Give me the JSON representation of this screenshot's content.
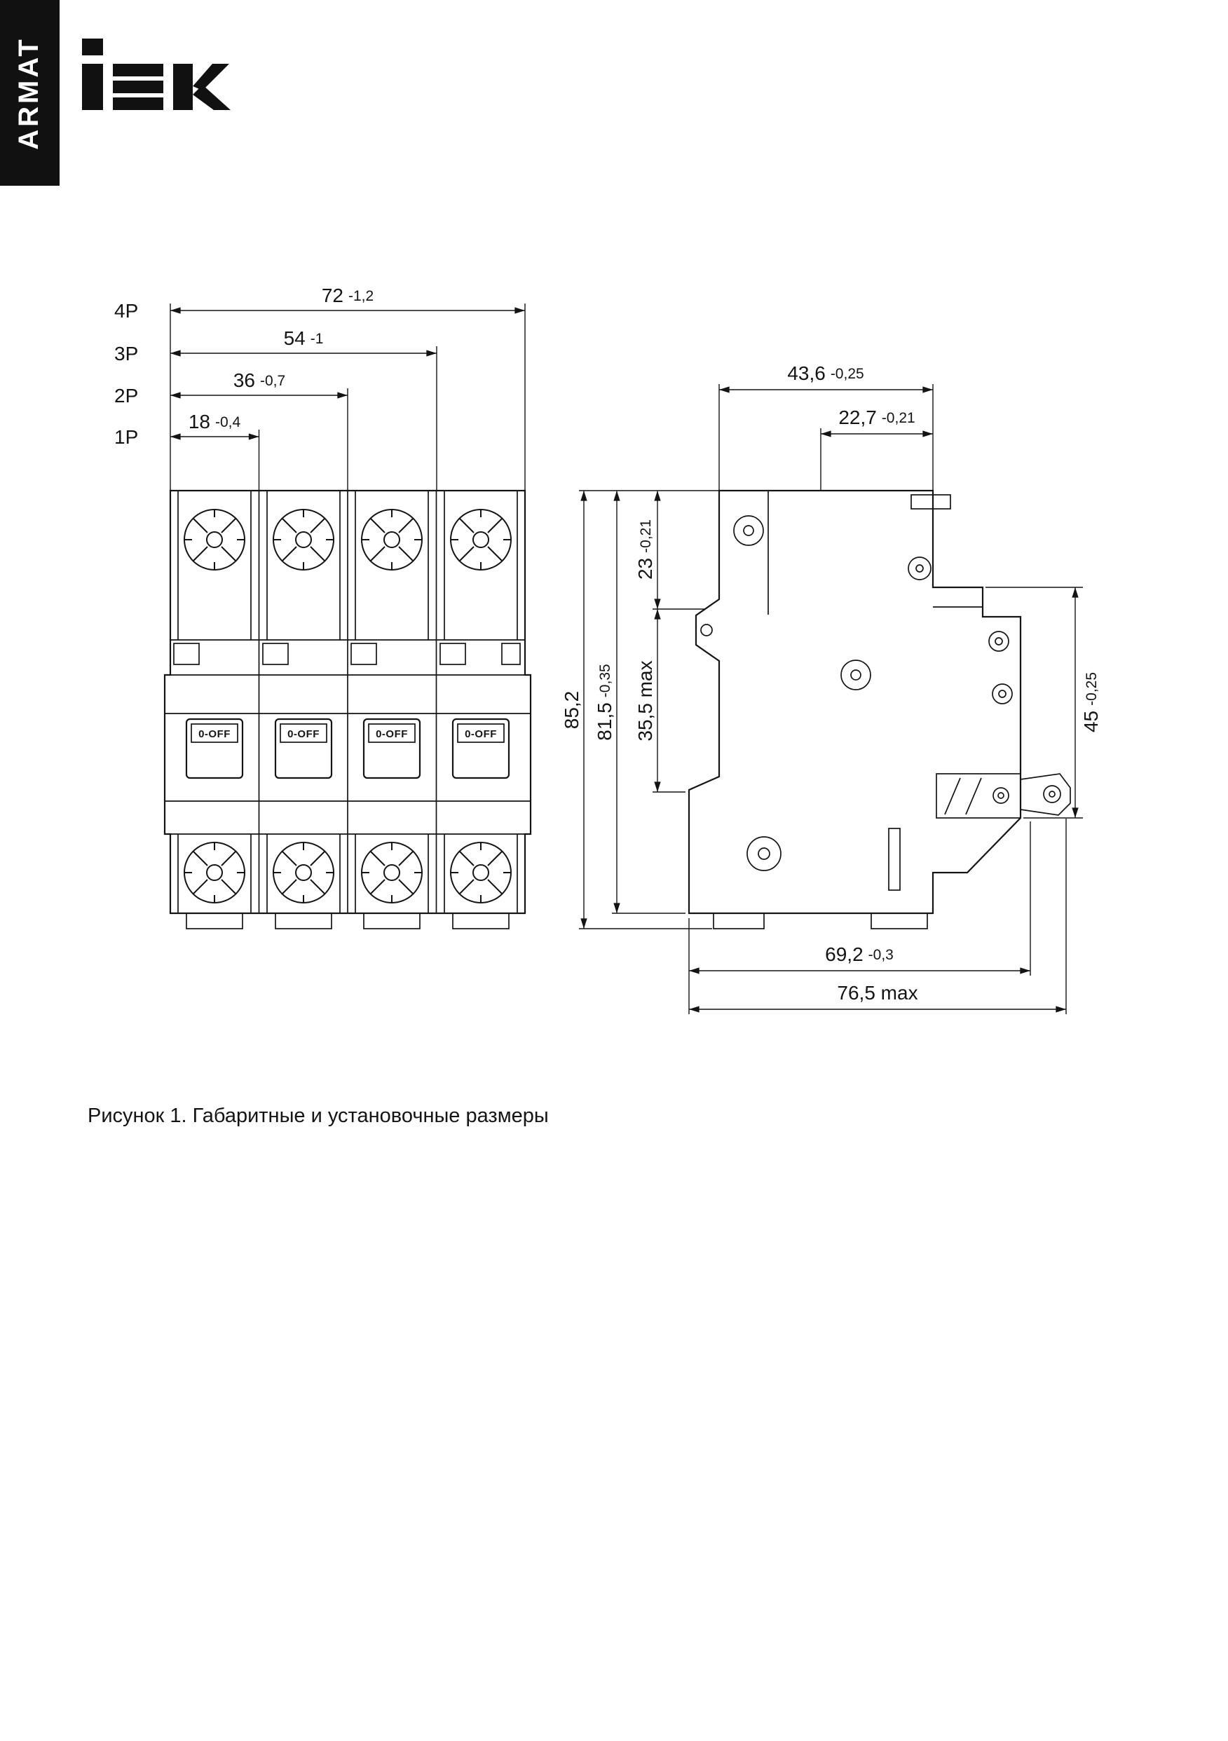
{
  "sidebar": {
    "brand_vertical": "ARMAT"
  },
  "logo": {
    "text": "IEK"
  },
  "figure": {
    "caption": "Рисунок 1. Габаритные и установочные размеры"
  },
  "front_view": {
    "toggle_label": "0-OFF",
    "dims": [
      {
        "pole": "4P",
        "value": "72",
        "tol": "-1,2"
      },
      {
        "pole": "3P",
        "value": "54",
        "tol": "-1"
      },
      {
        "pole": "2P",
        "value": "36",
        "tol": "-0,7"
      },
      {
        "pole": "1P",
        "value": "18",
        "tol": "-0,4"
      }
    ]
  },
  "side_view": {
    "dims": {
      "width_top": {
        "value": "43,6",
        "tol": "-0,25"
      },
      "width_upper_right": {
        "value": "22,7",
        "tol": "-0,21"
      },
      "height_total": {
        "value": "85,2",
        "tol": ""
      },
      "height_body": {
        "value": "81,5",
        "tol": "-0,35"
      },
      "lever_to_top": {
        "value": "23",
        "tol": "-0,21"
      },
      "lever_zone": {
        "value": "35,5 max",
        "tol": ""
      },
      "din_recess": {
        "value": "45",
        "tol": "-0,25"
      },
      "depth_mounting": {
        "value": "69,2",
        "tol": "-0,3"
      },
      "depth_max": {
        "value": "76,5 max",
        "tol": ""
      }
    }
  }
}
